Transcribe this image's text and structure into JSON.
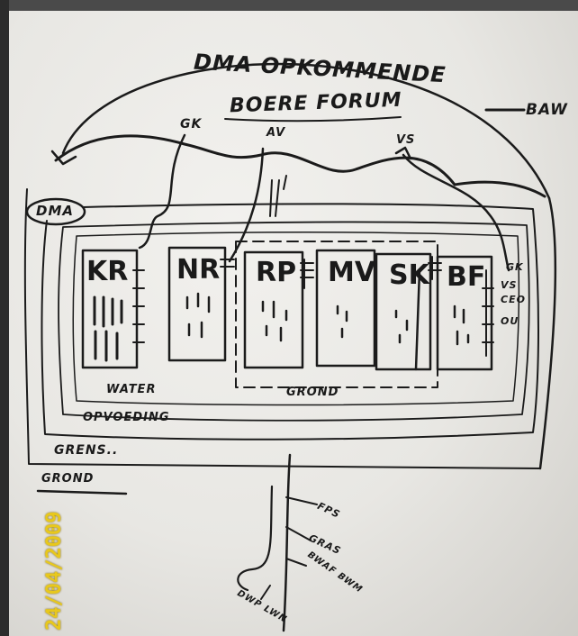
{
  "title_line1": "DMA OPKOMMENDE",
  "title_line2": "BOERE FORUM",
  "umbrella_label": "BAW",
  "umbrella_points": [
    "GK",
    "AV",
    "VS"
  ],
  "outer_label": "DMA",
  "boxes": [
    "KR",
    "NR",
    "RP",
    "MV",
    "SK",
    "BF"
  ],
  "bf_side_labels": [
    "GK",
    "VS",
    "CEO",
    "OU"
  ],
  "under_boxes_left": [
    "WATER",
    "OPVOEDING"
  ],
  "under_boxes_right": "GROND",
  "bottom_left_1": "GRENS..",
  "bottom_left_2": "GROND",
  "stem_labels": [
    "FPS",
    "GRAS",
    "BWAF BWM",
    "DWP LWN"
  ],
  "date_stamp": "24/04/2009"
}
